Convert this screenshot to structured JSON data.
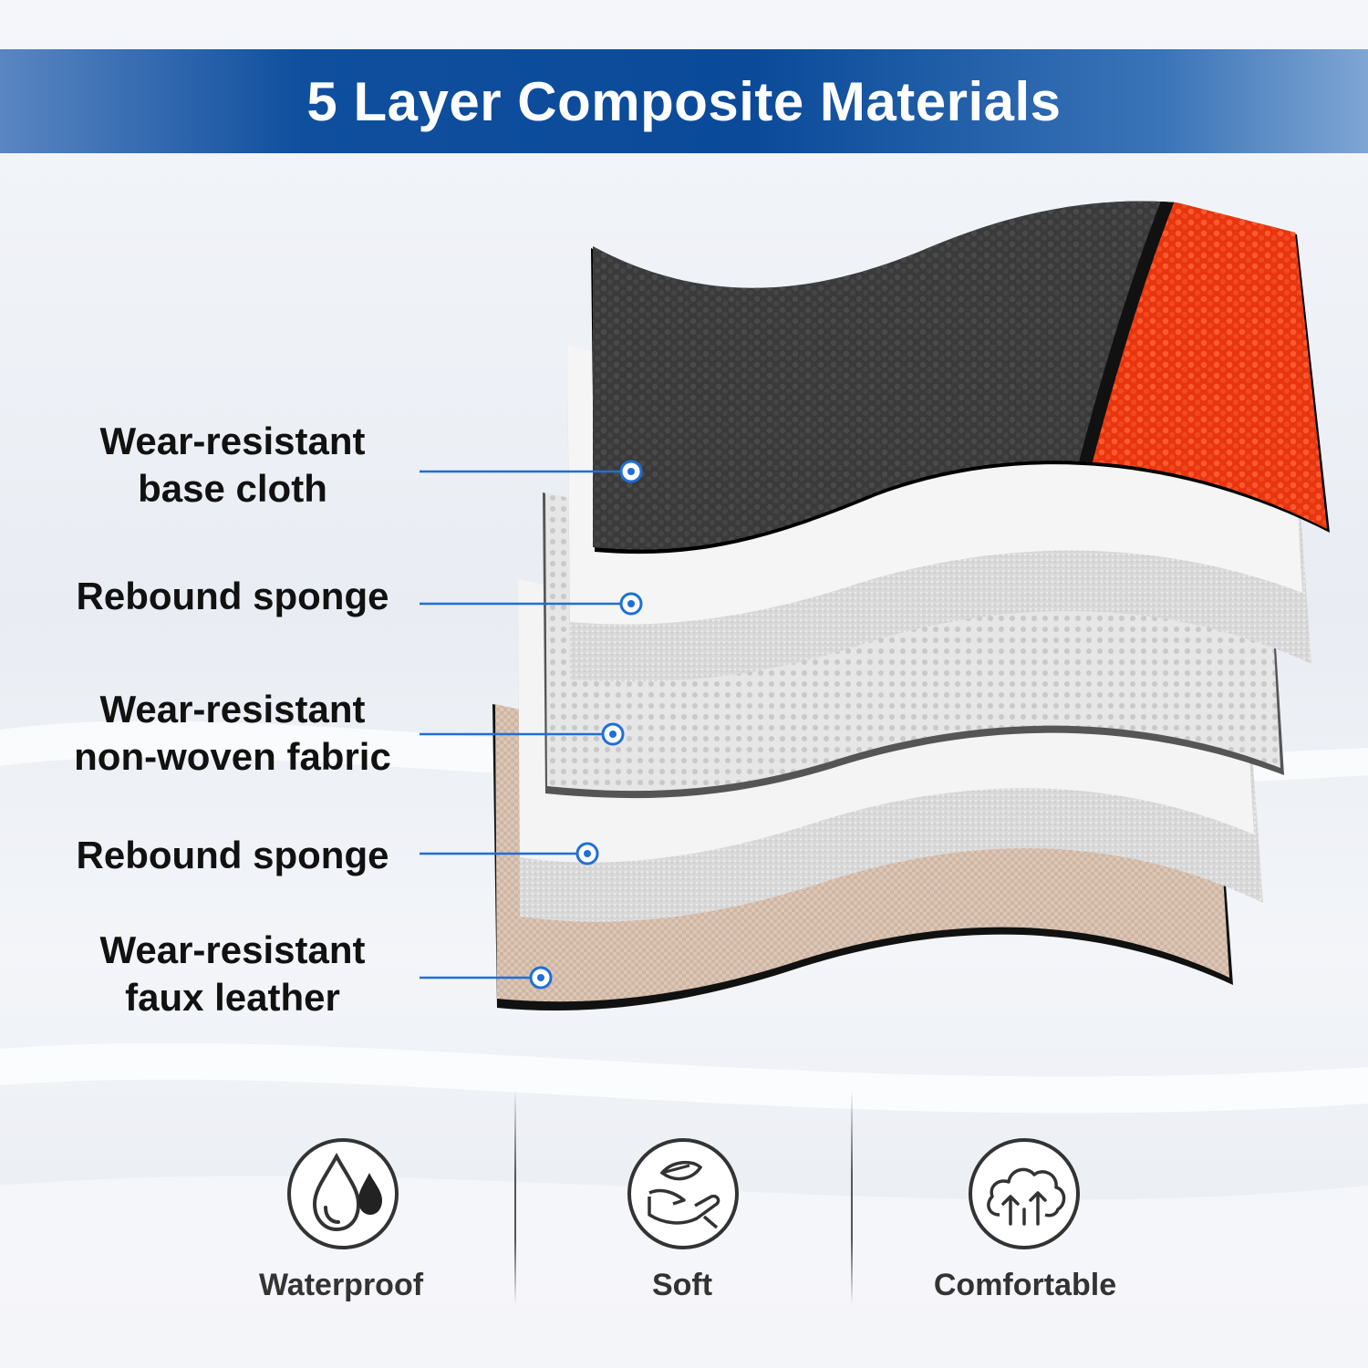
{
  "title": "5 Layer Composite Materials",
  "layers": [
    {
      "lines": [
        "Wear-resistant",
        "base cloth"
      ]
    },
    {
      "lines": [
        "Rebound sponge"
      ]
    },
    {
      "lines": [
        "Wear-resistant",
        "non-woven fabric"
      ]
    },
    {
      "lines": [
        "Rebound sponge"
      ]
    },
    {
      "lines": [
        "Wear-resistant",
        "faux leather"
      ]
    }
  ],
  "features": [
    {
      "label": "Waterproof",
      "icon": "water-drop-icon"
    },
    {
      "label": "Soft",
      "icon": "hand-feather-icon"
    },
    {
      "label": "Comfortable",
      "icon": "cloud-arrows-icon"
    }
  ],
  "colors": {
    "banner": "#0a4a99",
    "leader_line": "#1f6fd6",
    "leather_black": "#3a3a3a",
    "leather_red": "#f03a12",
    "sponge": "#f1f1f1",
    "mesh": "#dcdcdc",
    "faux_leather": "#d8c0b0"
  }
}
